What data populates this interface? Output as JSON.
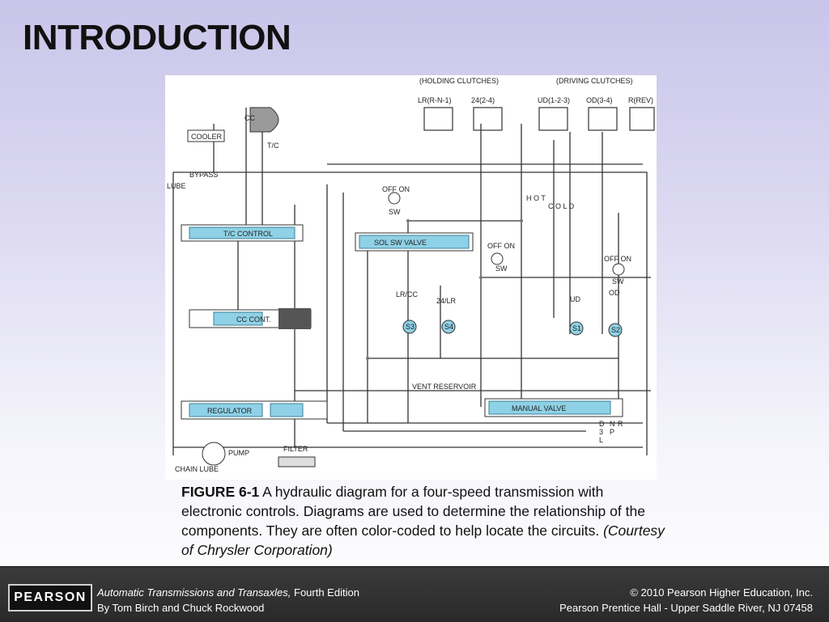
{
  "slide": {
    "title": "INTRODUCTION"
  },
  "diagram": {
    "labels": {
      "holding": "(HOLDING CLUTCHES)",
      "driving": "(DRIVING CLUTCHES)",
      "lr": "LR(R-N-1)",
      "c24": "24(2-4)",
      "ud": "UD(1-2-3)",
      "od": "OD(3-4)",
      "rev": "R(REV)",
      "cc": "CC",
      "tc": "T/C",
      "cooler": "COOLER",
      "bypass": "BYPASS",
      "lube": "LUBE",
      "tcc": "T/C CONTROL",
      "ccc": "CC CONT.",
      "regulator": "REGULATOR",
      "pump": "PUMP",
      "filter": "FILTER",
      "chainlube": "CHAIN LUBE",
      "solsw": "SOL SW VALVE",
      "vent": "VENT RESERVOIR",
      "manual": "MANUAL VALVE",
      "onoff": "OFF ON",
      "sw": "SW",
      "lrcc": "LR/CC",
      "lr24": "24/LR",
      "udlabel": "UD",
      "odlabel": "OD",
      "hot": "H O T",
      "cold": "C O L D",
      "s1": "S1",
      "s2": "S2",
      "s3": "S3",
      "s4": "S4",
      "pos": [
        "D",
        "N",
        "R",
        "3",
        "P",
        "L"
      ]
    }
  },
  "caption": {
    "figure": "FIGURE 6-1",
    "text": " A hydraulic diagram for a four-speed transmission with electronic controls. Diagrams are used to determine the relationship of the components. They are often color-coded to help locate the circuits. ",
    "credit": "(Courtesy of Chrysler Corporation)"
  },
  "footer": {
    "logo": "PEARSON",
    "book_title": "Automatic Transmissions and Transaxles,",
    "edition": " Fourth Edition",
    "authors": "By Tom Birch and Chuck Rockwood",
    "copyright": "© 2010 Pearson Higher Education, Inc.",
    "publisher": "Pearson Prentice Hall - Upper Saddle River, NJ 07458"
  }
}
